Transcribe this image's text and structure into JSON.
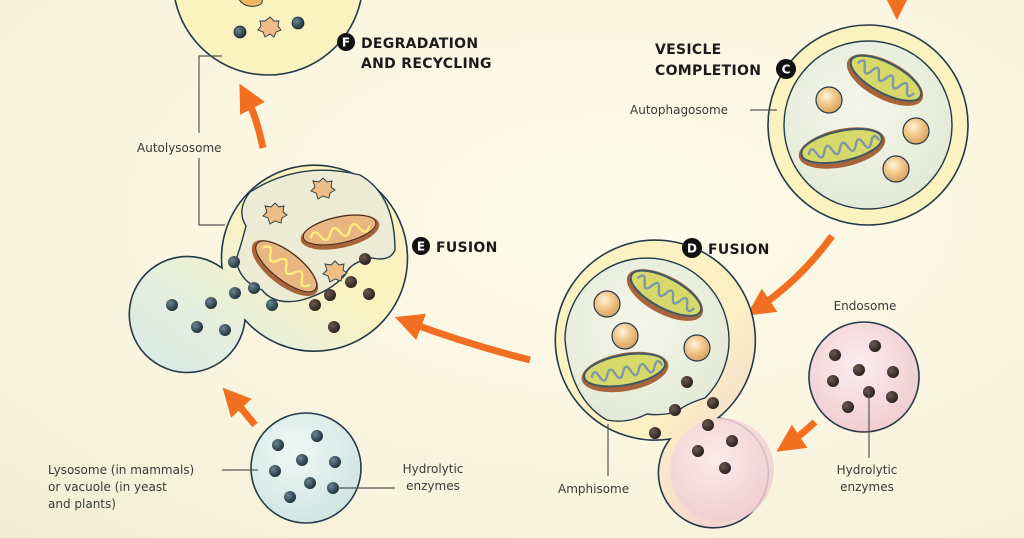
{
  "diagram": {
    "title": "Autophagy pathway",
    "steps": [
      {
        "letter": "C",
        "title_line1": "VESICLE",
        "title_line2": "COMPLETION"
      },
      {
        "letter": "D",
        "title_line1": "FUSION",
        "title_line2": ""
      },
      {
        "letter": "E",
        "title_line1": "FUSION",
        "title_line2": ""
      },
      {
        "letter": "F",
        "title_line1": "DEGRADATION",
        "title_line2": "AND RECYCLING"
      }
    ],
    "labels": {
      "autophagosome": "Autophagosome",
      "autolysosome": "Autolysosome",
      "amphisome": "Amphisome",
      "endosome": "Endosome",
      "endosome_enzymes_line1": "Hydrolytic",
      "endosome_enzymes_line2": "enzymes",
      "lysosome_line1": "Lysosome (in mammals)",
      "lysosome_line2": "or vacuole (in yeast",
      "lysosome_line3": "and plants)",
      "lysosome_enzymes_line1": "Hydrolytic",
      "lysosome_enzymes_line2": "enzymes"
    },
    "colors": {
      "arrow": "#f26f21",
      "membrane_outer": "#fbf3bf",
      "membrane_stroke": "#24394a",
      "lumen": "#eef1e2",
      "lysosome_fill": "#d7ebe7",
      "endosome_fill": "#f3d3d6",
      "enzyme_dark": "#2f4450",
      "enzyme_brown": "#3e302a",
      "mito_outer": "#b66a3e",
      "droplet": "#f0c58a",
      "badge": "#111111"
    }
  }
}
